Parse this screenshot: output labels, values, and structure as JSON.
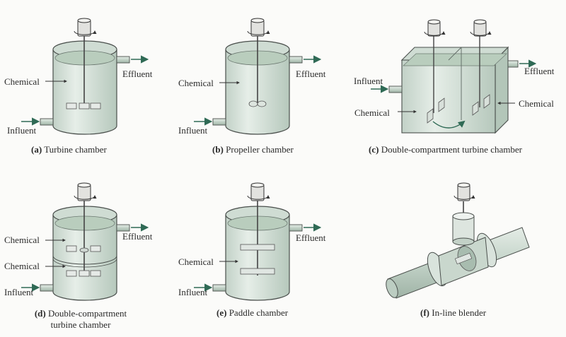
{
  "colors": {
    "tank_fill": "#d6e1d9",
    "tank_stroke": "#4a4f4c",
    "water": "#b9cdbd",
    "arrow": "#2f6a55",
    "pipe": "#c7d6cc"
  },
  "panels": {
    "a": {
      "chemical": "Chemical",
      "effluent": "Effluent",
      "influent": "Influent",
      "letter": "(a)",
      "caption": "Turbine chamber"
    },
    "b": {
      "chemical": "Chemical",
      "effluent": "Effluent",
      "influent": "Influent",
      "letter": "(b)",
      "caption": "Propeller chamber"
    },
    "c": {
      "influent": "Influent",
      "effluent": "Effluent",
      "chemical_left": "Chemical",
      "chemical_right": "Chemical",
      "letter": "(c)",
      "caption": "Double-compartment turbine chamber"
    },
    "d": {
      "chemical_top": "Chemical",
      "chemical_bottom": "Chemical",
      "effluent": "Effluent",
      "influent": "Influent",
      "letter": "(d)",
      "caption_line1": "Double-compartment",
      "caption_line2": "turbine chamber"
    },
    "e": {
      "chemical": "Chemical",
      "effluent": "Effluent",
      "influent": "Influent",
      "letter": "(e)",
      "caption": "Paddle chamber"
    },
    "f": {
      "letter": "(f)",
      "caption": "In-line blender"
    }
  }
}
